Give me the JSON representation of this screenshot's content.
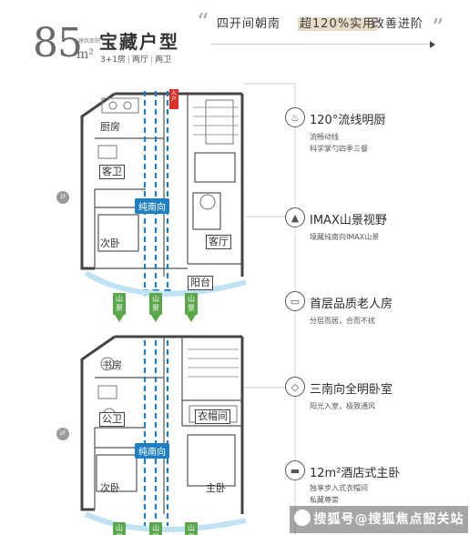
{
  "header": {
    "area_number": "85",
    "area_unit_small": "建筑面积",
    "area_unit": "m²",
    "title": "宝藏户型",
    "subtitle_parts": [
      "3+1房",
      "两厅",
      "两卫"
    ],
    "tags": [
      {
        "text": "四开间朝南",
        "highlight": ""
      },
      {
        "text": "超120%实用",
        "highlight": "超"
      },
      {
        "text": "改善进阶",
        "highlight": ""
      }
    ]
  },
  "plans": {
    "floor1": {
      "badge": "1F",
      "entry": "入户",
      "rooms": [
        "厨房",
        "客卫",
        "次卧",
        "客厅",
        "阳台"
      ],
      "direction": "纯南向",
      "mountain_label": "山景"
    },
    "floor2": {
      "badge": "2F",
      "rooms": [
        "书房",
        "公卫",
        "衣帽间",
        "次卧",
        "主卧"
      ],
      "direction": "纯南向",
      "mountain_label": "山景"
    }
  },
  "features": [
    {
      "icon": "chef-hat-icon",
      "title": "120°流线明厨",
      "desc": [
        "流畅动线",
        "科学掌勺四季三餐"
      ]
    },
    {
      "icon": "mountain-icon",
      "title": "IMAX山景视野",
      "desc": [
        "境藏纯南向IMAX山景"
      ]
    },
    {
      "icon": "sofa-icon",
      "title": "首层品质老人房",
      "desc": [
        "分层而居，合而不扰"
      ]
    },
    {
      "icon": "diamond-icon",
      "title": "三南向全明卧室",
      "desc": [
        "阳光入室，极致通风"
      ]
    },
    {
      "icon": "bed-icon",
      "title": "12m²酒店式主卧",
      "desc": [
        "独享步入式衣帽间",
        "私藏尊崇"
      ]
    }
  ],
  "watermark": "搜狐号@搜狐焦点韶关站",
  "colors": {
    "accent_blue": "#1f7fc4",
    "mountain_green": "#5aa64a",
    "entry_red": "#d8322a",
    "tag_highlight": "#e8dcc8"
  }
}
